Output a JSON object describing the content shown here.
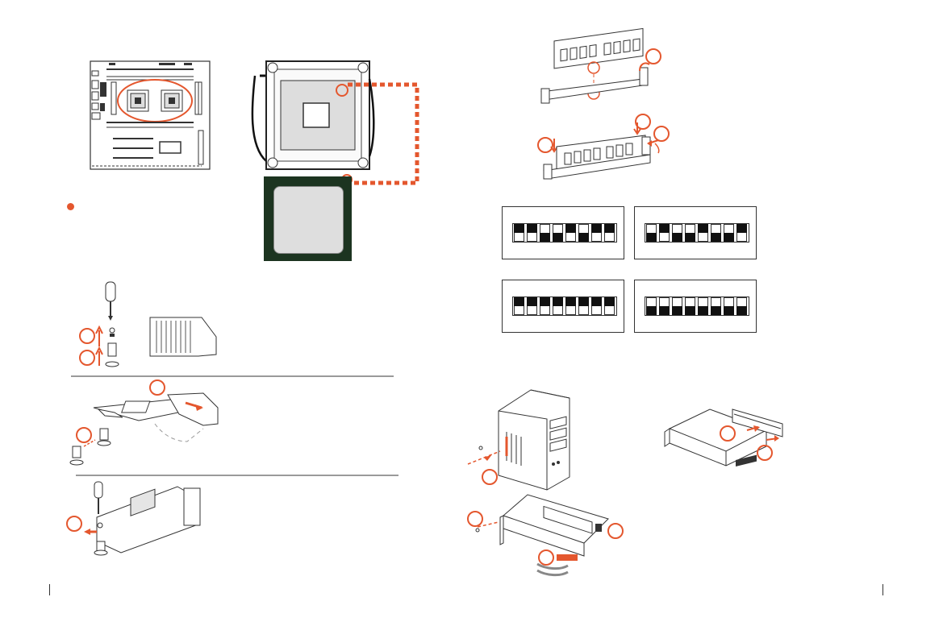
{
  "colors": {
    "accent": "#e4572e",
    "line": "#333333",
    "board": "#f3f3f3",
    "cpu_pcb": "#1c3420",
    "cpu_lid": "#dedede",
    "rule": "#9a9a9a"
  },
  "figures": [
    {
      "name": "motherboard-cpu-socket-highlight",
      "highlight": "dual-cpu-sockets"
    },
    {
      "name": "cpu-socket-open-lever"
    },
    {
      "name": "cpu-processor-top"
    },
    {
      "name": "dimm-module-alignment"
    },
    {
      "name": "dimm-module-insertion"
    },
    {
      "name": "dip-switch-block-1",
      "switches": [
        1,
        1,
        0,
        0,
        1,
        0,
        1,
        1
      ]
    },
    {
      "name": "dip-switch-block-2",
      "switches": [
        0,
        1,
        0,
        0,
        1,
        0,
        0,
        1
      ]
    },
    {
      "name": "dip-switch-block-3",
      "switches": [
        1,
        1,
        1,
        1,
        1,
        1,
        1,
        1
      ]
    },
    {
      "name": "dip-switch-block-4",
      "switches": [
        0,
        0,
        0,
        0,
        0,
        0,
        0,
        0
      ]
    },
    {
      "name": "m2-standoff-and-heatsink"
    },
    {
      "name": "m2-card-insertion"
    },
    {
      "name": "m2-card-secure-screw"
    },
    {
      "name": "pc-case-slot-cover-removal"
    },
    {
      "name": "expansion-card-bracket"
    },
    {
      "name": "expansion-card-install"
    }
  ],
  "icons": {
    "step_marker": "circle-outline-icon",
    "arrow": "arrow-icon",
    "bullet": "bullet-dot-icon"
  }
}
